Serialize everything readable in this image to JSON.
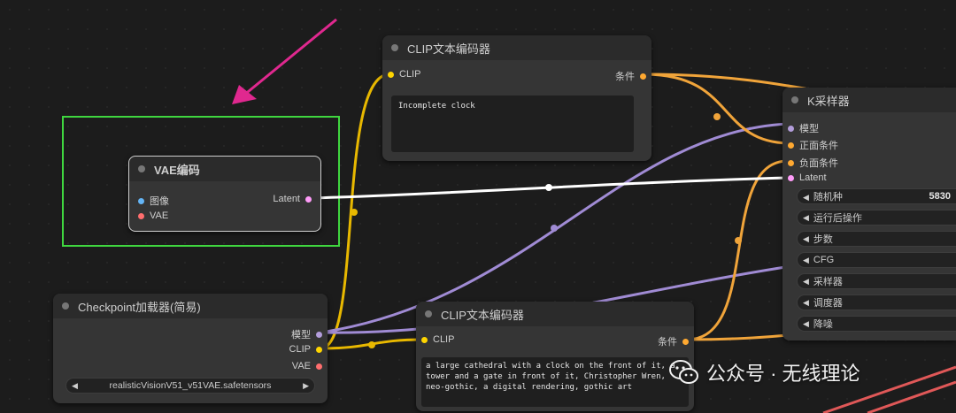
{
  "colors": {
    "clip_wire": "#e8b800",
    "cond_wire": "#f0a43a",
    "model_wire": "#a08bd4",
    "latent_wire": "#ffffff",
    "selection_box": "#3fd63f",
    "arrow": "#e0288f",
    "pin_image": "#64b5f6",
    "pin_vae": "#ff6e6e",
    "pin_model": "#b39ddb",
    "pin_clip": "#ffd500",
    "pin_cond": "#ffa931",
    "pin_latent": "#ff9cf9"
  },
  "vae_encode": {
    "title": "VAE编码",
    "inputs": [
      "图像",
      "VAE"
    ],
    "output": "Latent"
  },
  "clip_top": {
    "title": "CLIP文本编码器",
    "input": "CLIP",
    "output": "条件",
    "prompt": "Incomplete clock"
  },
  "clip_bottom": {
    "title": "CLIP文本编码器",
    "input": "CLIP",
    "output": "条件",
    "prompt": "a large cathedral with a clock on the front of it, a tower and a gate in front of it, Christopher Wren, neo-gothic, a digital rendering, gothic art"
  },
  "checkpoint": {
    "title": "Checkpoint加载器(简易)",
    "outputs": [
      "模型",
      "CLIP",
      "VAE"
    ],
    "ckpt_name": "realisticVisionV51_v51VAE.safetensors"
  },
  "ksampler": {
    "title": "K采样器",
    "inputs": [
      "模型",
      "正面条件",
      "负面条件",
      "Latent"
    ],
    "widgets": [
      {
        "label": "随机种",
        "value": "5830"
      },
      {
        "label": "运行后操作",
        "value": ""
      },
      {
        "label": "步数",
        "value": ""
      },
      {
        "label": "CFG",
        "value": ""
      },
      {
        "label": "采样器",
        "value": ""
      },
      {
        "label": "调度器",
        "value": ""
      },
      {
        "label": "降噪",
        "value": ""
      }
    ]
  },
  "watermark": {
    "text": "公众号 · 无线理论",
    "icon": "wechat-icon"
  }
}
